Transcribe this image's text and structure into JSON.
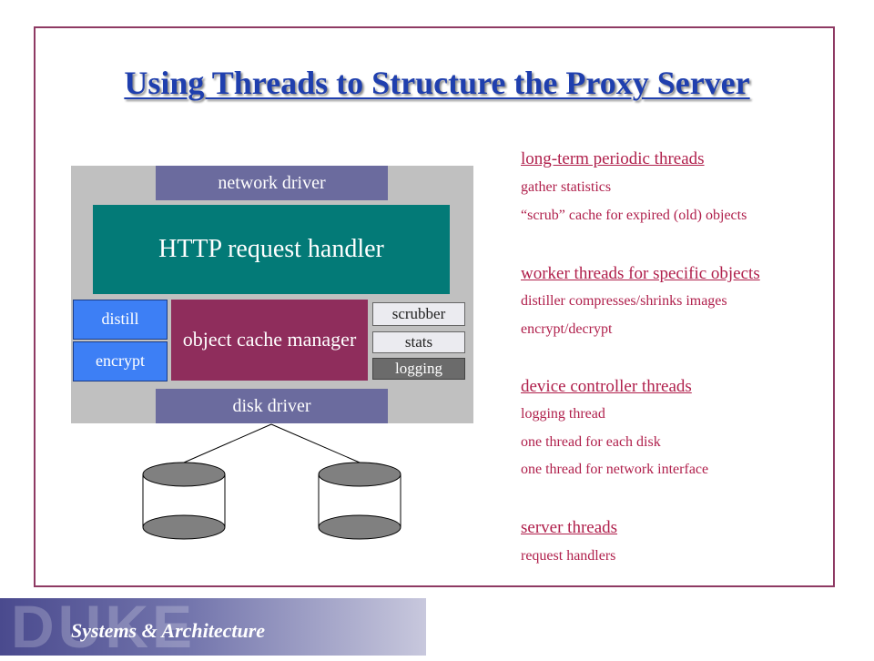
{
  "slide": {
    "title": "Using Threads to Structure the Proxy Server"
  },
  "diagram": {
    "network_driver": "network driver",
    "http_handler": "HTTP request handler",
    "distill": "distill",
    "encrypt": "encrypt",
    "object_cache_manager": "object cache manager",
    "scrubber": "scrubber",
    "stats": "stats",
    "logging": "logging",
    "disk_driver": "disk driver"
  },
  "notes": {
    "long_term": {
      "heading": "long-term periodic threads",
      "items": [
        "gather statistics",
        "“scrub” cache for expired (old) objects"
      ]
    },
    "worker": {
      "heading": "worker threads for specific objects",
      "items": [
        "distiller compresses/shrinks images",
        "encrypt/decrypt"
      ]
    },
    "device": {
      "heading": "device controller threads",
      "items": [
        "logging thread",
        "one thread for each disk",
        "one thread for network interface"
      ]
    },
    "server": {
      "heading": "server threads",
      "items": [
        "request handlers"
      ]
    }
  },
  "footer": {
    "logo_text": "DUKE",
    "subtitle": "Systems & Architecture"
  },
  "colors": {
    "frame": "#8e3a63",
    "title": "#1f3fae",
    "notes": "#b0204c",
    "driver": "#6b6b9e",
    "http": "#037a77",
    "object_cache": "#8f2d5c",
    "worker_box": "#3d7ff5"
  }
}
